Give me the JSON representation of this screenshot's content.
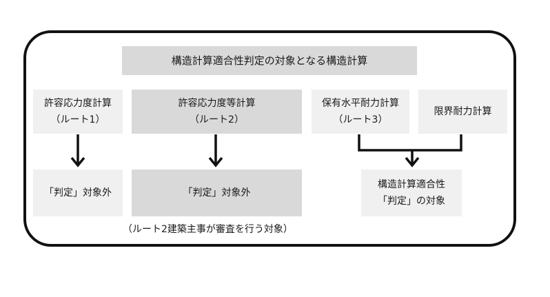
{
  "title": "構造計算適合性判定の対象となる構造計算",
  "columns": {
    "route1": {
      "method": "許容応力度計算",
      "route": "（ルート1）",
      "result": "「判定」対象外"
    },
    "route2": {
      "method": "許容応力度等計算",
      "route": "（ルート2）",
      "result": "「判定」対象外"
    },
    "route3": {
      "method": "保有水平耐力計算",
      "route": "（ルート3）"
    },
    "limit": {
      "method": "限界耐力計算"
    },
    "target": {
      "line1": "構造計算適合性",
      "line2": "「判定」の対象"
    }
  },
  "note": "（ルート2建築主事が審査を行う対象）",
  "colors": {
    "frame": "#111111",
    "light_box": "#f0f0f0",
    "dark_box": "#d9d9d9",
    "arrow": "#111111"
  }
}
